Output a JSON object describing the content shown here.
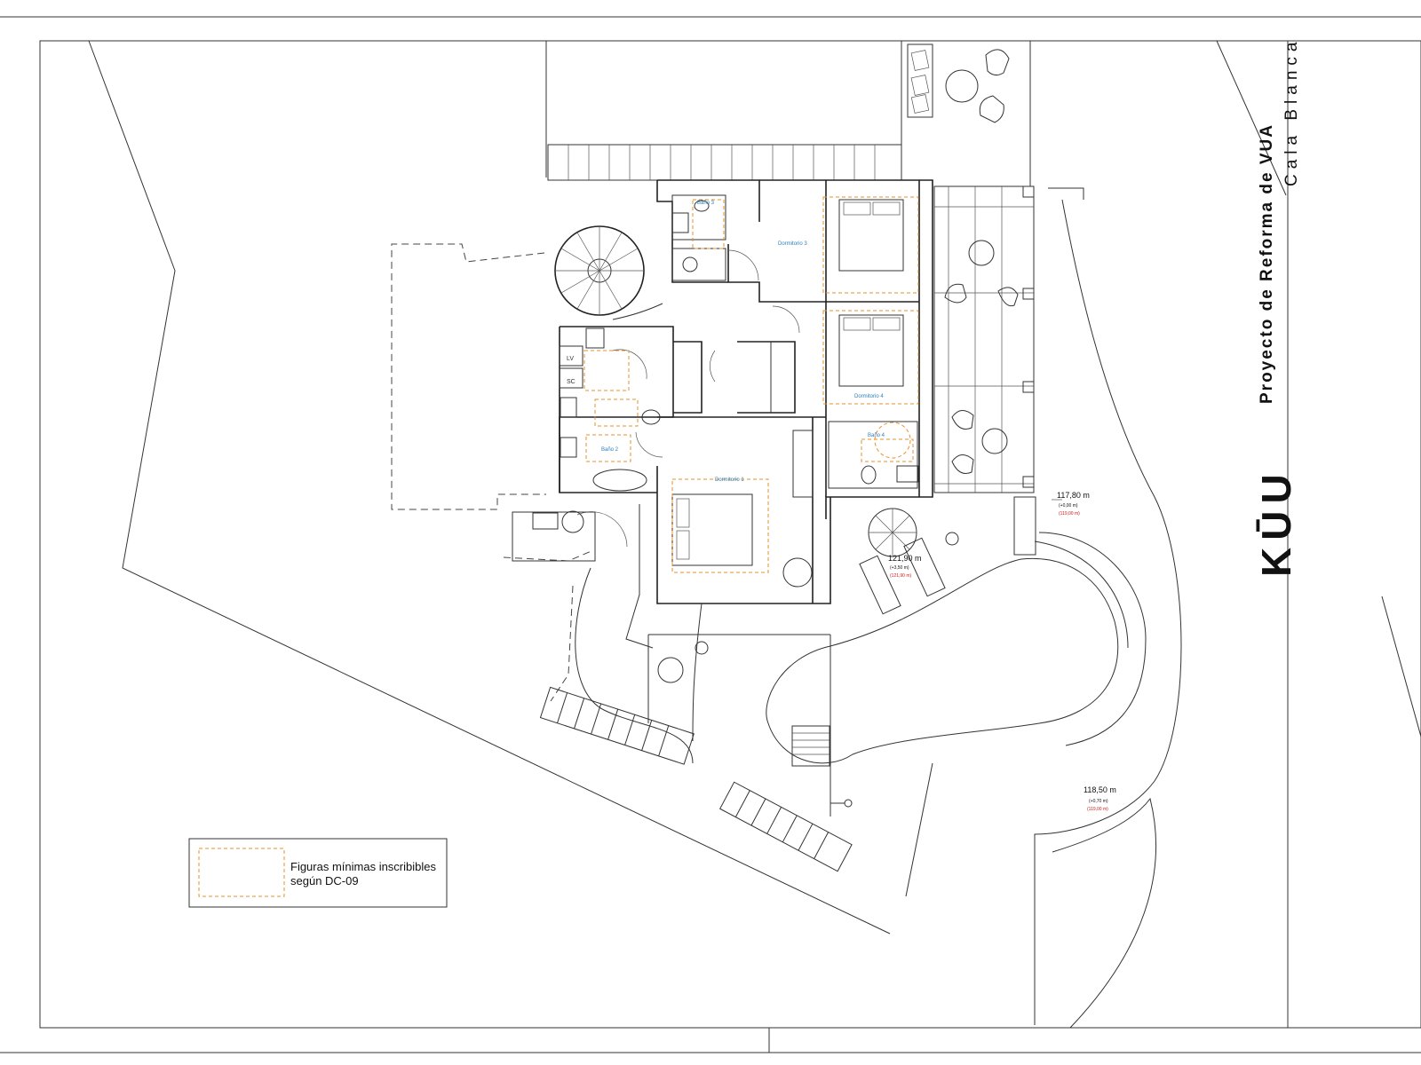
{
  "title_block": {
    "project_title": "Proyecto de Reforma de VUA",
    "project_location": "Cala Blanca",
    "logo": "KŪU"
  },
  "legend": {
    "text_line_1": "Figuras mínimas inscribibles",
    "text_line_2": "según DC-09"
  },
  "rooms": {
    "dormitorio_1": "Dormitorio 1",
    "dormitorio_3": "Dormitorio 3",
    "dormitorio_4": "Dormitorio 4",
    "bano_2": "Baño 2",
    "bano_3": "Baño 3",
    "bano_4": "Baño 4"
  },
  "fixtures": {
    "lv": "LV",
    "sc": "SC"
  },
  "levels": {
    "terrace": {
      "value": "117,80 m",
      "sub": "(+0,00 m)",
      "original": "(119,00 m)"
    },
    "pool_deck": {
      "value": "121,90 m",
      "sub": "(+3,50 m)",
      "original": "(121,90 m)"
    },
    "garden": {
      "value": "118,50 m",
      "sub": "(+0,70 m)",
      "original": "(119,00 m)"
    }
  },
  "colors": {
    "line": "#222222",
    "min_figure": "#e8902a",
    "room_label": "#2d7fb8",
    "original_level": "#d11a1a"
  }
}
